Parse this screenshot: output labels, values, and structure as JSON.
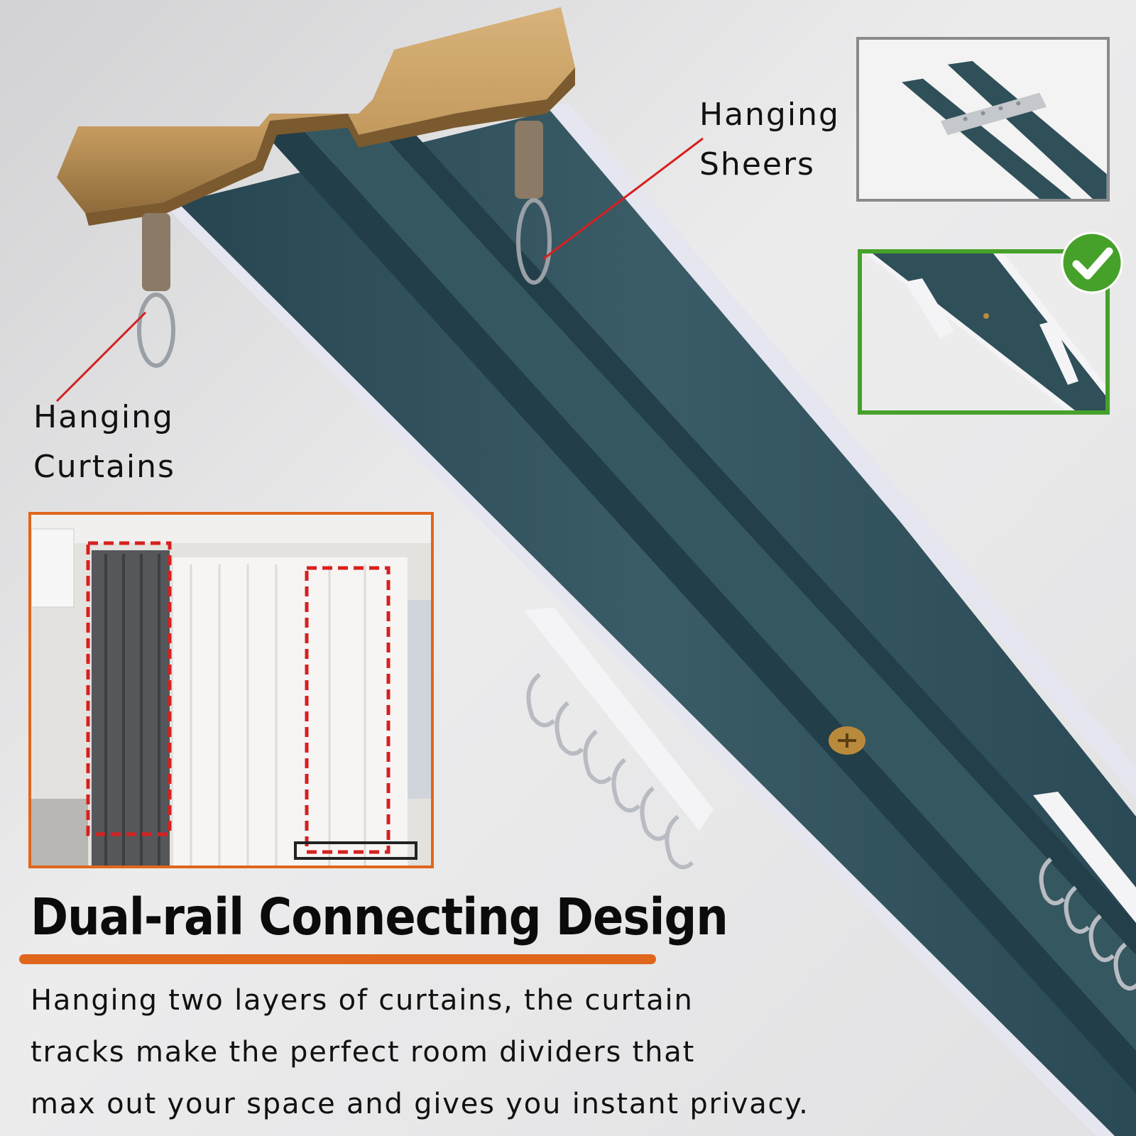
{
  "callouts": {
    "sheers": {
      "lines": [
        "Hanging",
        "Sheers"
      ]
    },
    "curtains": {
      "lines": [
        "Hanging",
        "Curtains"
      ]
    }
  },
  "insets": {
    "hardware": {
      "border_color": "#8a8a8a"
    },
    "track_approved": {
      "border_color": "#46a12a",
      "badge_icon": "check-circle-icon"
    },
    "room": {
      "border_color": "#e0661b",
      "highlight_color": "#d62020"
    }
  },
  "headline": {
    "text": "Dual-rail Connecting Design",
    "underline_color": "#e0661b"
  },
  "description": {
    "lines": [
      "Hanging two layers of curtains, the curtain",
      "tracks make the perfect room dividers that",
      "max out your space and gives you instant privacy."
    ]
  },
  "colors": {
    "rail": "#2f4f59",
    "bracket": "#c9a46a",
    "leader_line": "#d62020"
  }
}
